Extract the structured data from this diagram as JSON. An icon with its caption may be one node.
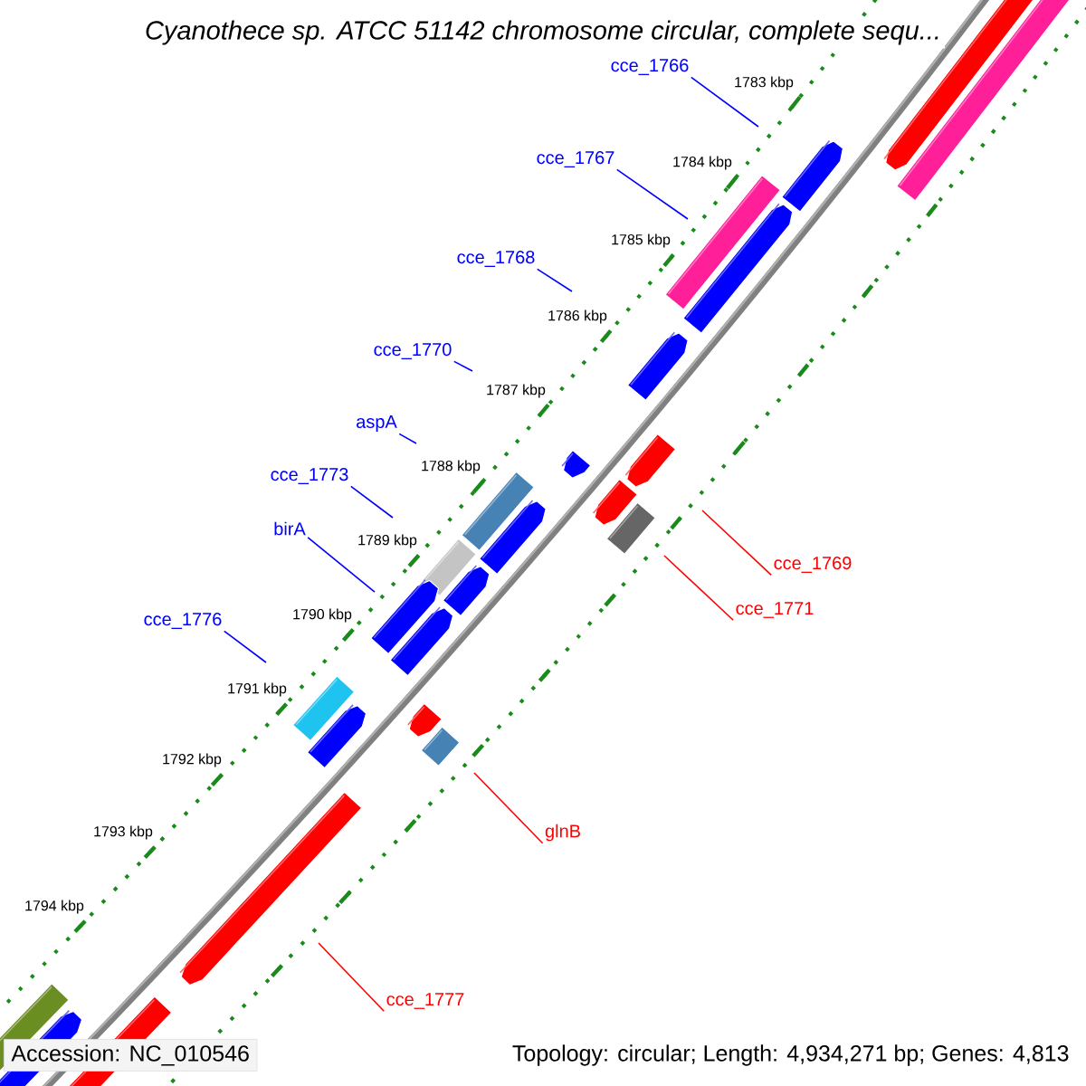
{
  "diagram": {
    "title": "Cyanothece sp. ATCC 51142 chromosome circular, complete sequ...",
    "nodes": [
      {
        "text": [
          "cce_1766"
        ]
      },
      {
        "text": [
          "cce_1767"
        ]
      },
      {
        "text": [
          "cce_1768"
        ]
      },
      {
        "text": [
          "cce_1770"
        ]
      },
      {
        "text": [
          "aspA"
        ]
      },
      {
        "text": [
          "cce_1773"
        ]
      },
      {
        "text": [
          "birA"
        ]
      },
      {
        "text": [
          "cce_1776"
        ]
      },
      {
        "text": [
          "cce_1769"
        ]
      },
      {
        "text": [
          "cce_1771"
        ]
      },
      {
        "text": [
          "glnB"
        ]
      },
      {
        "text": [
          "cce_1777"
        ]
      }
    ],
    "edges": [
      {
        "from": 0,
        "to": null,
        "arrow": "none"
      },
      {
        "from": 1,
        "to": null,
        "arrow": "none"
      },
      {
        "from": 2,
        "to": null,
        "arrow": "none"
      },
      {
        "from": 3,
        "to": null,
        "arrow": "none"
      },
      {
        "from": 4,
        "to": null,
        "arrow": "none"
      },
      {
        "from": 5,
        "to": null,
        "arrow": "none"
      },
      {
        "from": 6,
        "to": null,
        "arrow": "none"
      },
      {
        "from": 7,
        "to": null,
        "arrow": "none"
      },
      {
        "from": 8,
        "to": null,
        "arrow": "none",
        "color": "#ff0000"
      },
      {
        "from": 9,
        "to": null,
        "arrow": "none",
        "color": "#ff0000"
      },
      {
        "from": 10,
        "to": null,
        "arrow": "none",
        "color": "#ff0000"
      },
      {
        "from": 11,
        "to": null,
        "arrow": "none",
        "color": "#ff0000"
      }
    ],
    "labels": [
      "1783 kbp",
      "1784 kbp",
      "1785 kbp",
      "1786 kbp",
      "1787 kbp",
      "1788 kbp",
      "1789 kbp",
      "1790 kbp",
      "1791 kbp",
      "1792 kbp",
      "1793 kbp",
      "1794 kbp",
      "Accession: NC_010546",
      "Topology: circular; Length: 4,934,271 bp; Genes: 4,813"
    ]
  }
}
